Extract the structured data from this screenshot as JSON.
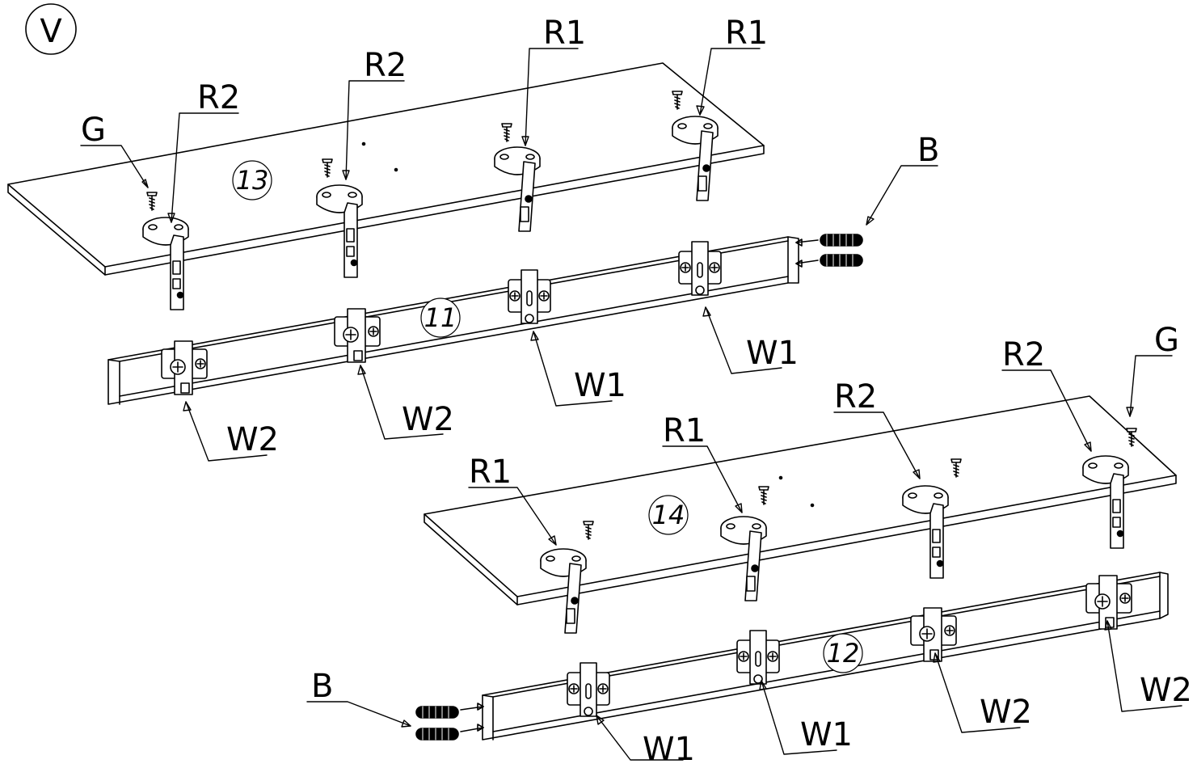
{
  "step": "V",
  "panels": [
    "13",
    "14"
  ],
  "rails": [
    "11",
    "12"
  ],
  "labels": {
    "g": "G",
    "r1": "R1",
    "r2": "R2",
    "b": "B",
    "w1": "W1",
    "w2": "W2"
  }
}
